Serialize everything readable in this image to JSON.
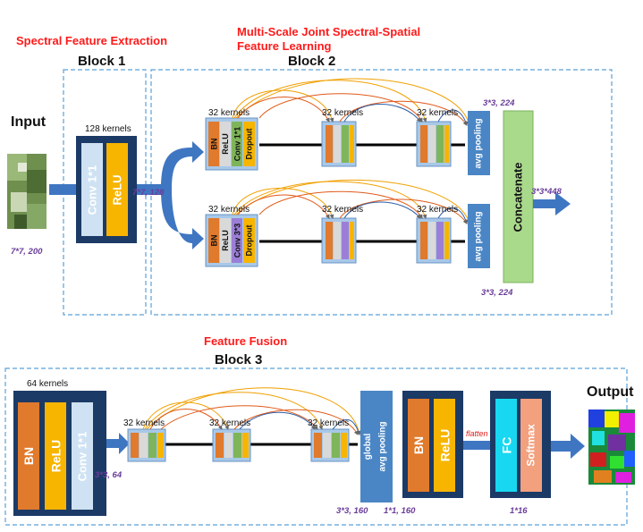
{
  "titles": {
    "spectral_feature_extraction": "Spectral Feature Extraction",
    "multiscale_line1": "Multi-Scale Joint Spectral-Spatial",
    "multiscale_line2": "Feature Learning",
    "feature_fusion": "Feature Fusion",
    "block1": "Block 1",
    "block2": "Block 2",
    "block3": "Block 3",
    "input": "Input",
    "output": "Output"
  },
  "block1": {
    "kernels": "128 kernels",
    "conv": "Conv 1*1",
    "relu": "ReLU"
  },
  "block2": {
    "branch_top": {
      "kernels": [
        "32 kernels",
        "32 kernels",
        "32 kernels"
      ],
      "layers": [
        "BN",
        "ReLU",
        "Conv 1*1",
        "Dropout"
      ],
      "pool": "avg pooling"
    },
    "branch_bottom": {
      "kernels": [
        "32 kernels",
        "32 kernels",
        "32 kernels"
      ],
      "layers": [
        "BN",
        "ReLU",
        "Conv 3*3",
        "Dropout"
      ],
      "pool": "avg pooling"
    },
    "concat": "Concatenate"
  },
  "block3": {
    "kernels_main": "64 kernels",
    "bn": "BN",
    "relu": "ReLU",
    "conv": "Conv 1*1",
    "dense_kernels": [
      "32 kernels",
      "32 kernels",
      "32 kernels"
    ],
    "gap_line1": "global",
    "gap_line2": "avg pooling",
    "bn2": "BN",
    "relu2": "ReLU",
    "flatten": "flatten",
    "fc": "FC",
    "softmax": "Softmax"
  },
  "dims": {
    "input": "7*7, 200",
    "after_block1": "7*7, 128",
    "pool_top": "3*3, 224",
    "pool_bottom": "3*3, 224",
    "concat_out": "3*3*448",
    "block3_in": "3*3, 64",
    "gap_in": "3*3, 160",
    "gap_out": "1*1, 160",
    "fc_out": "1*16"
  },
  "colors": {
    "border_dash": "#5aa0d8",
    "arrow": "#3f76c2",
    "bn": "#e07a2c",
    "relu": "#f7b500",
    "conv_light": "#cfe2f3",
    "conv_green": "#7fb55a",
    "conv_purple": "#9b7fd6",
    "dense_bg": "#a8c8e8",
    "dark_block": "#1c3a66",
    "concat": "#a9d98b",
    "pool": "#4a86c5",
    "fc": "#17d8f0",
    "softmax": "#f2a07d",
    "dense_line": "#000000"
  }
}
